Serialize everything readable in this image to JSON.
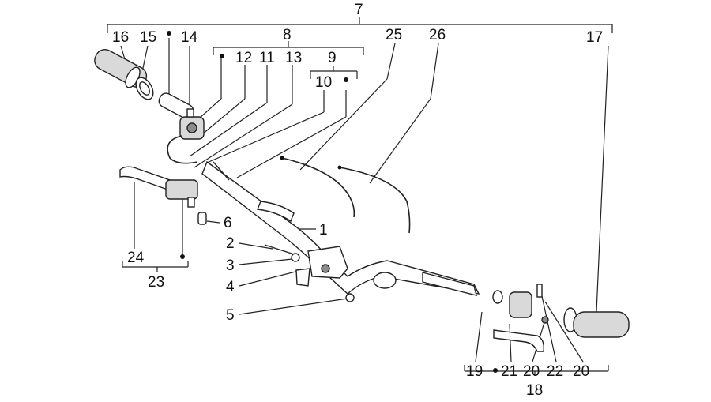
{
  "diagram": {
    "labels": {
      "l7": "7",
      "l16": "16",
      "l15": "15",
      "l14": "14",
      "l8": "8",
      "l25": "25",
      "l26": "26",
      "l17": "17",
      "l12": "12",
      "l11": "11",
      "l13": "13",
      "l9": "9",
      "l10": "10",
      "l6": "6",
      "l1": "1",
      "l2": "2",
      "l3": "3",
      "l4": "4",
      "l5": "5",
      "l24": "24",
      "l23": "23",
      "l19": "19",
      "l21": "21",
      "l20a": "20",
      "l22": "22",
      "l20b": "20",
      "l18": "18"
    }
  }
}
